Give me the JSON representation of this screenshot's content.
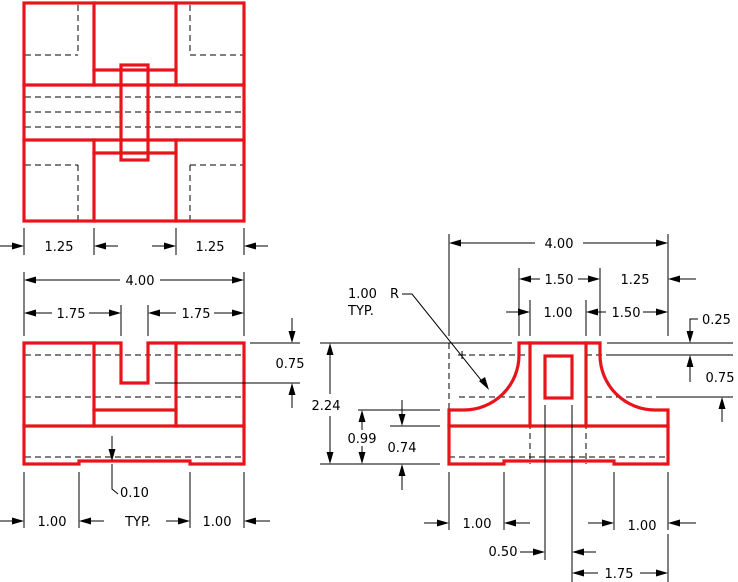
{
  "colors": {
    "object_line": "#e8141b",
    "dimension_line": "#000000",
    "background": "#ffffff"
  },
  "top_view": {
    "dims": {
      "left_width": "1.25",
      "right_width": "1.25"
    }
  },
  "front_view": {
    "dims": {
      "overall_width": "4.00",
      "left_block": "1.75",
      "right_block": "1.75",
      "slot_depth": "0.75",
      "recess_depth": "0.10",
      "left_foot": "1.00",
      "typ_label": "TYP.",
      "right_foot": "1.00"
    }
  },
  "side_view": {
    "dims": {
      "overall_width": "4.00",
      "top_width": "1.50",
      "right_offset": "1.25",
      "inner_width": "1.00",
      "right_step": "1.50",
      "top_small": "0.25",
      "slot_depth": "0.75",
      "overall_height": "2.24",
      "base_height": "0.99",
      "shoulder_height": "0.74",
      "radius_value": "1.00",
      "radius_symbol": "R",
      "radius_typ": "TYP.",
      "left_foot": "1.00",
      "right_foot": "1.00",
      "hole_offset": "0.50",
      "hole_position": "1.75"
    }
  }
}
